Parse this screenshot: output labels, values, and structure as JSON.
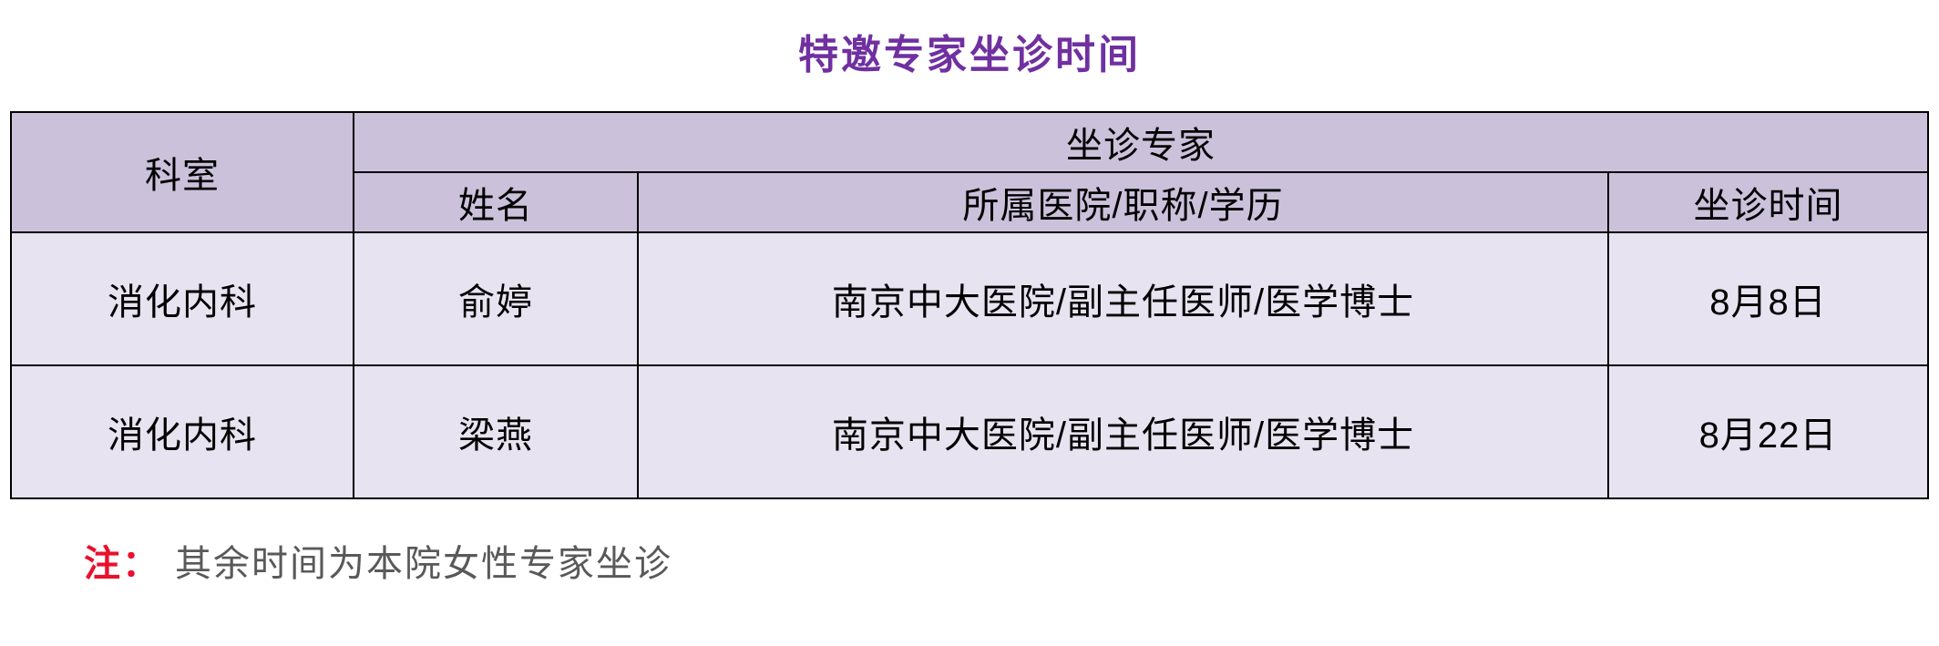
{
  "title": "特邀专家坐诊时间",
  "table": {
    "header": {
      "department": "科室",
      "expert_group": "坐诊专家",
      "name": "姓名",
      "hospital_title_degree": "所属医院/职称/学历",
      "time": "坐诊时间"
    },
    "rows": [
      {
        "department": "消化内科",
        "name": "俞婷",
        "hospital_title_degree": "南京中大医院/副主任医师/医学博士",
        "time": "8月8日"
      },
      {
        "department": "消化内科",
        "name": "梁燕",
        "hospital_title_degree": "南京中大医院/副主任医师/医学博士",
        "time": "8月22日"
      }
    ]
  },
  "note": {
    "label": "注：",
    "text": "其余时间为本院女性专家坐诊"
  },
  "colors": {
    "title": "#7030A0",
    "header_bg": "#CCC1DB",
    "row_bg": "#E7E3F0",
    "border": "#000000",
    "note_label": "#E8112D",
    "note_text": "#595959",
    "background": "#FFFFFF"
  }
}
